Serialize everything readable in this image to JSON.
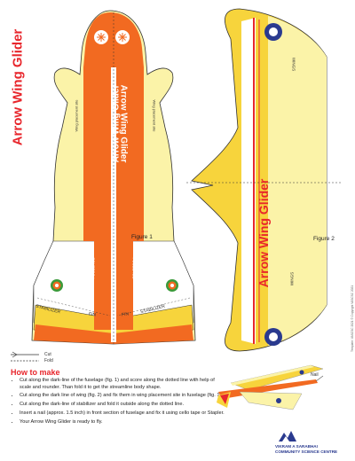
{
  "title": "Arrow Wing Glider",
  "fuselage": {
    "name_primary": "Arrow Wing Glider",
    "name_secondary": "Arrow Wing Glider",
    "wing_site_left": "Wing placement site",
    "wing_site_right": "Wing placement site",
    "fuselage_left": "FUSELAGE",
    "fuselage_right": "FUSELAGE",
    "stabilizer_left": "STABILIZER",
    "stabilizer_right": "STABILIZER",
    "fin_left": "FIN",
    "fin_right": "FIN",
    "figure_label": "Figure 1"
  },
  "wing": {
    "name": "Arrow Wing Glider",
    "wings_top": "WINGS",
    "wings_bottom": "WINGS",
    "figure_label": "Figure 2"
  },
  "legend": {
    "cut": "Cut",
    "fold": "Fold"
  },
  "how_to": {
    "title": "How to make",
    "steps": [
      "Cut along the dark-line of the fuselage (fig. 1) and score along the dotted line with help of scale and rounder. Than fold it to get the streamline body shape.",
      "Cut along the dark line of wing (fig. 2) and fix them in wing placement site in fuselage (fig. 1).",
      "Cut along the dark-line of stabilizer and fold it outside along the dotted line.",
      "Insert a nail (approx. 1.5 inch) in front section of fuselage and fix it using cello tape or Stapler.",
      "Your Arrow Wing Glider is ready to fly."
    ]
  },
  "nail_label": "Nail",
  "org": {
    "line1": "VIKRAM A SARABHAI",
    "line2": "COMMUNITY SCIENCE CENTRE"
  },
  "copyright": "Template: VASCSC 2021 © Copyright VASCSC 2021",
  "colors": {
    "orange": "#f26a21",
    "yellow": "#f7d43c",
    "pale_yellow": "#fbf3a8",
    "red": "#e8262c",
    "blue": "#2a3a8f"
  }
}
